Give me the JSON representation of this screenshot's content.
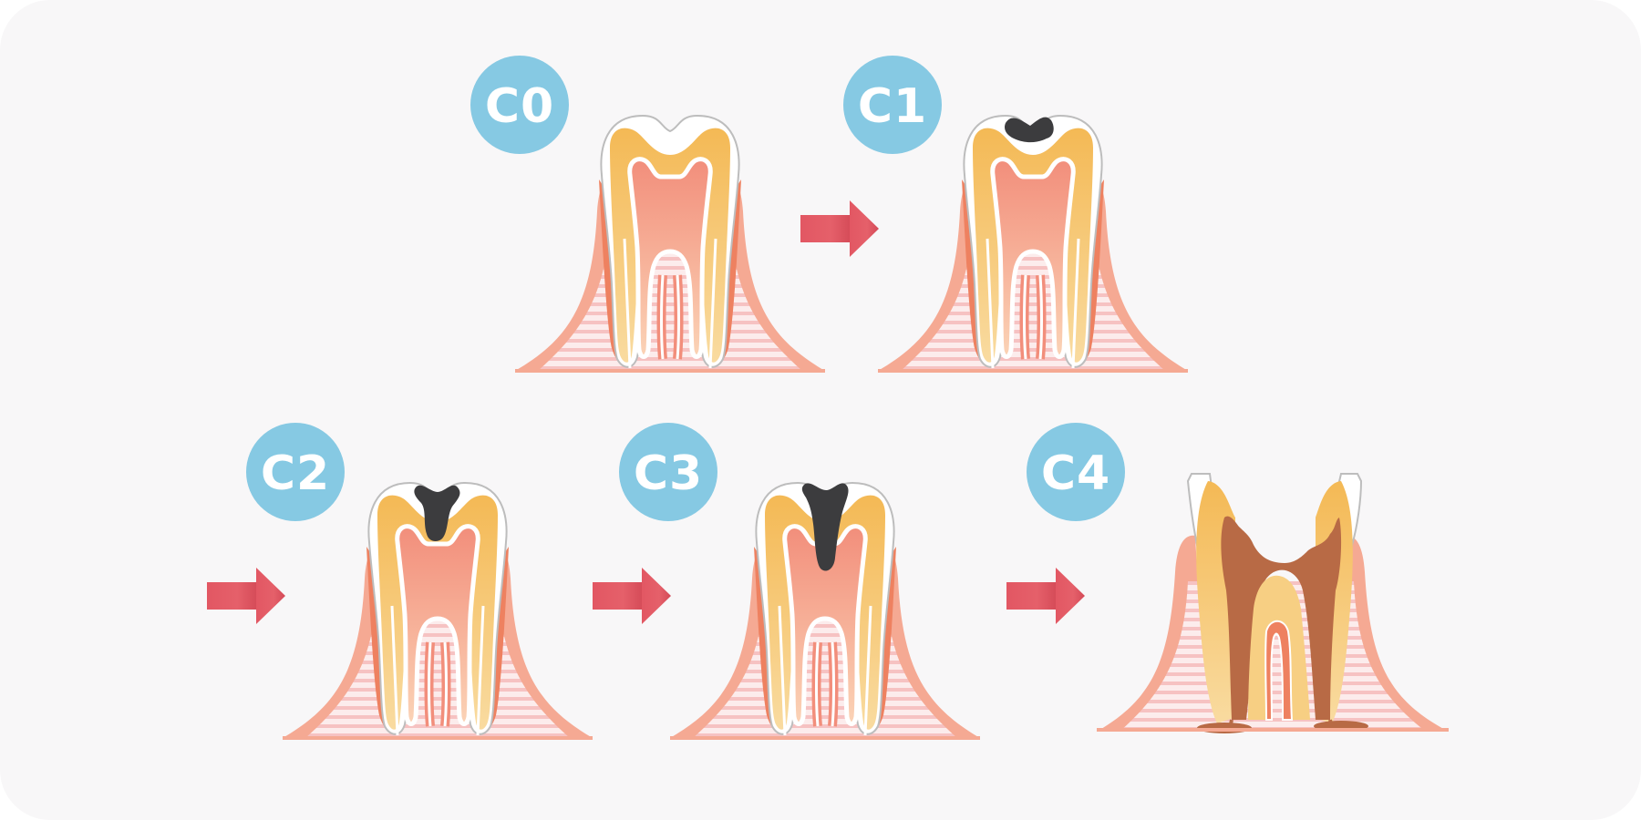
{
  "stages": [
    {
      "id": "c0",
      "label": "C0",
      "decay": "none"
    },
    {
      "id": "c1",
      "label": "C1",
      "decay": "enamel"
    },
    {
      "id": "c2",
      "label": "C2",
      "decay": "dentin"
    },
    {
      "id": "c3",
      "label": "C3",
      "decay": "pulp"
    },
    {
      "id": "c4",
      "label": "C4",
      "decay": "root"
    }
  ],
  "colors": {
    "background": "#f8f7f8",
    "badge": "#86c9e3",
    "badge_text": "#ffffff",
    "arrow": "#e25763",
    "enamel": "#ffffff",
    "dentin": "#f4b955",
    "dentin_light": "#f7cf83",
    "pulp": "#f28e7b",
    "pulp_light": "#f9c8a8",
    "gum": "#f5a993",
    "gum_dark": "#ee8160",
    "bone_stripes": "#f6c8c8",
    "cavity": "#3c3c3e",
    "decay_brown": "#b86a45"
  },
  "icons": {
    "arrow": "arrow-right-icon"
  }
}
